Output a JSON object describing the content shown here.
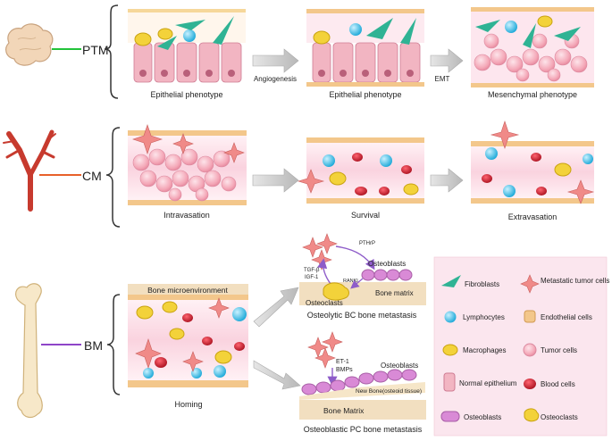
{
  "rows": {
    "ptm": {
      "label": "PTM",
      "panels": [
        "Epithelial phenotype",
        "Epithelial phenotype",
        "Mesenchymal phenotype"
      ],
      "arrows": [
        "Angiogenesis",
        "EMT"
      ]
    },
    "cm": {
      "label": "CM",
      "panels": [
        "Intravasation",
        "Survival",
        "Extravasation"
      ]
    },
    "bm": {
      "label": "BM",
      "homing": {
        "caption": "Homing",
        "header": "Bone microenvironment"
      },
      "osteolytic": {
        "caption": "Osteolytic BC bone metastasis",
        "osteoblasts": "Osteoblasts",
        "osteoclasts": "Osteoclasts",
        "bone_matrix": "Bone matrix",
        "pthrp": "PTHrP",
        "tgf": "TGF-β",
        "igf": "IGF-1",
        "rankl": "RANKL"
      },
      "osteoblastic": {
        "caption": "Osteoblastic PC bone metastasis",
        "osteoblasts": "Osteoblasts",
        "new_bone": "New Bone(osteoid tissue)",
        "bone_matrix": "Bone Matrix",
        "et1": "ET-1",
        "bmps": "BMPs"
      }
    }
  },
  "legend": [
    {
      "label": "Fibroblasts",
      "icon": "fibroblast-icon"
    },
    {
      "label": "Metastatic tumor cells",
      "icon": "metastatic-tumor-cell-icon"
    },
    {
      "label": "Lymphocytes",
      "icon": "lymphocyte-icon"
    },
    {
      "label": "Endothelial cells",
      "icon": "endothelial-cell-icon"
    },
    {
      "label": "Macrophages",
      "icon": "macrophage-icon"
    },
    {
      "label": "Tumor cells",
      "icon": "tumor-cell-icon"
    },
    {
      "label": "Normal epithelium",
      "icon": "normal-epithelium-icon"
    },
    {
      "label": "Blood cells",
      "icon": "blood-cell-icon"
    },
    {
      "label": "Osteoblasts",
      "icon": "osteoblast-icon"
    },
    {
      "label": "Osteoclasts",
      "icon": "osteoclast-icon"
    }
  ],
  "colors": {
    "green_line": "#22c33a",
    "orange_line": "#e8602a",
    "purple_line": "#8e44c8",
    "vessel_bg": "#fbe3ec",
    "endothelium": "#f3c78b",
    "tumor": "#f4a7b7",
    "metastatic": "#f08a88",
    "lymphocyte": "#41c3ea",
    "blood": "#cf1b2b",
    "fibroblast": "#2fb394",
    "macrophage": "#f3d23a",
    "osteoblast": "#d98ad6",
    "bone": "#f2dfc0",
    "arrow_grey": "#c9c9c9",
    "purple_arrow": "#8e5cc9"
  }
}
